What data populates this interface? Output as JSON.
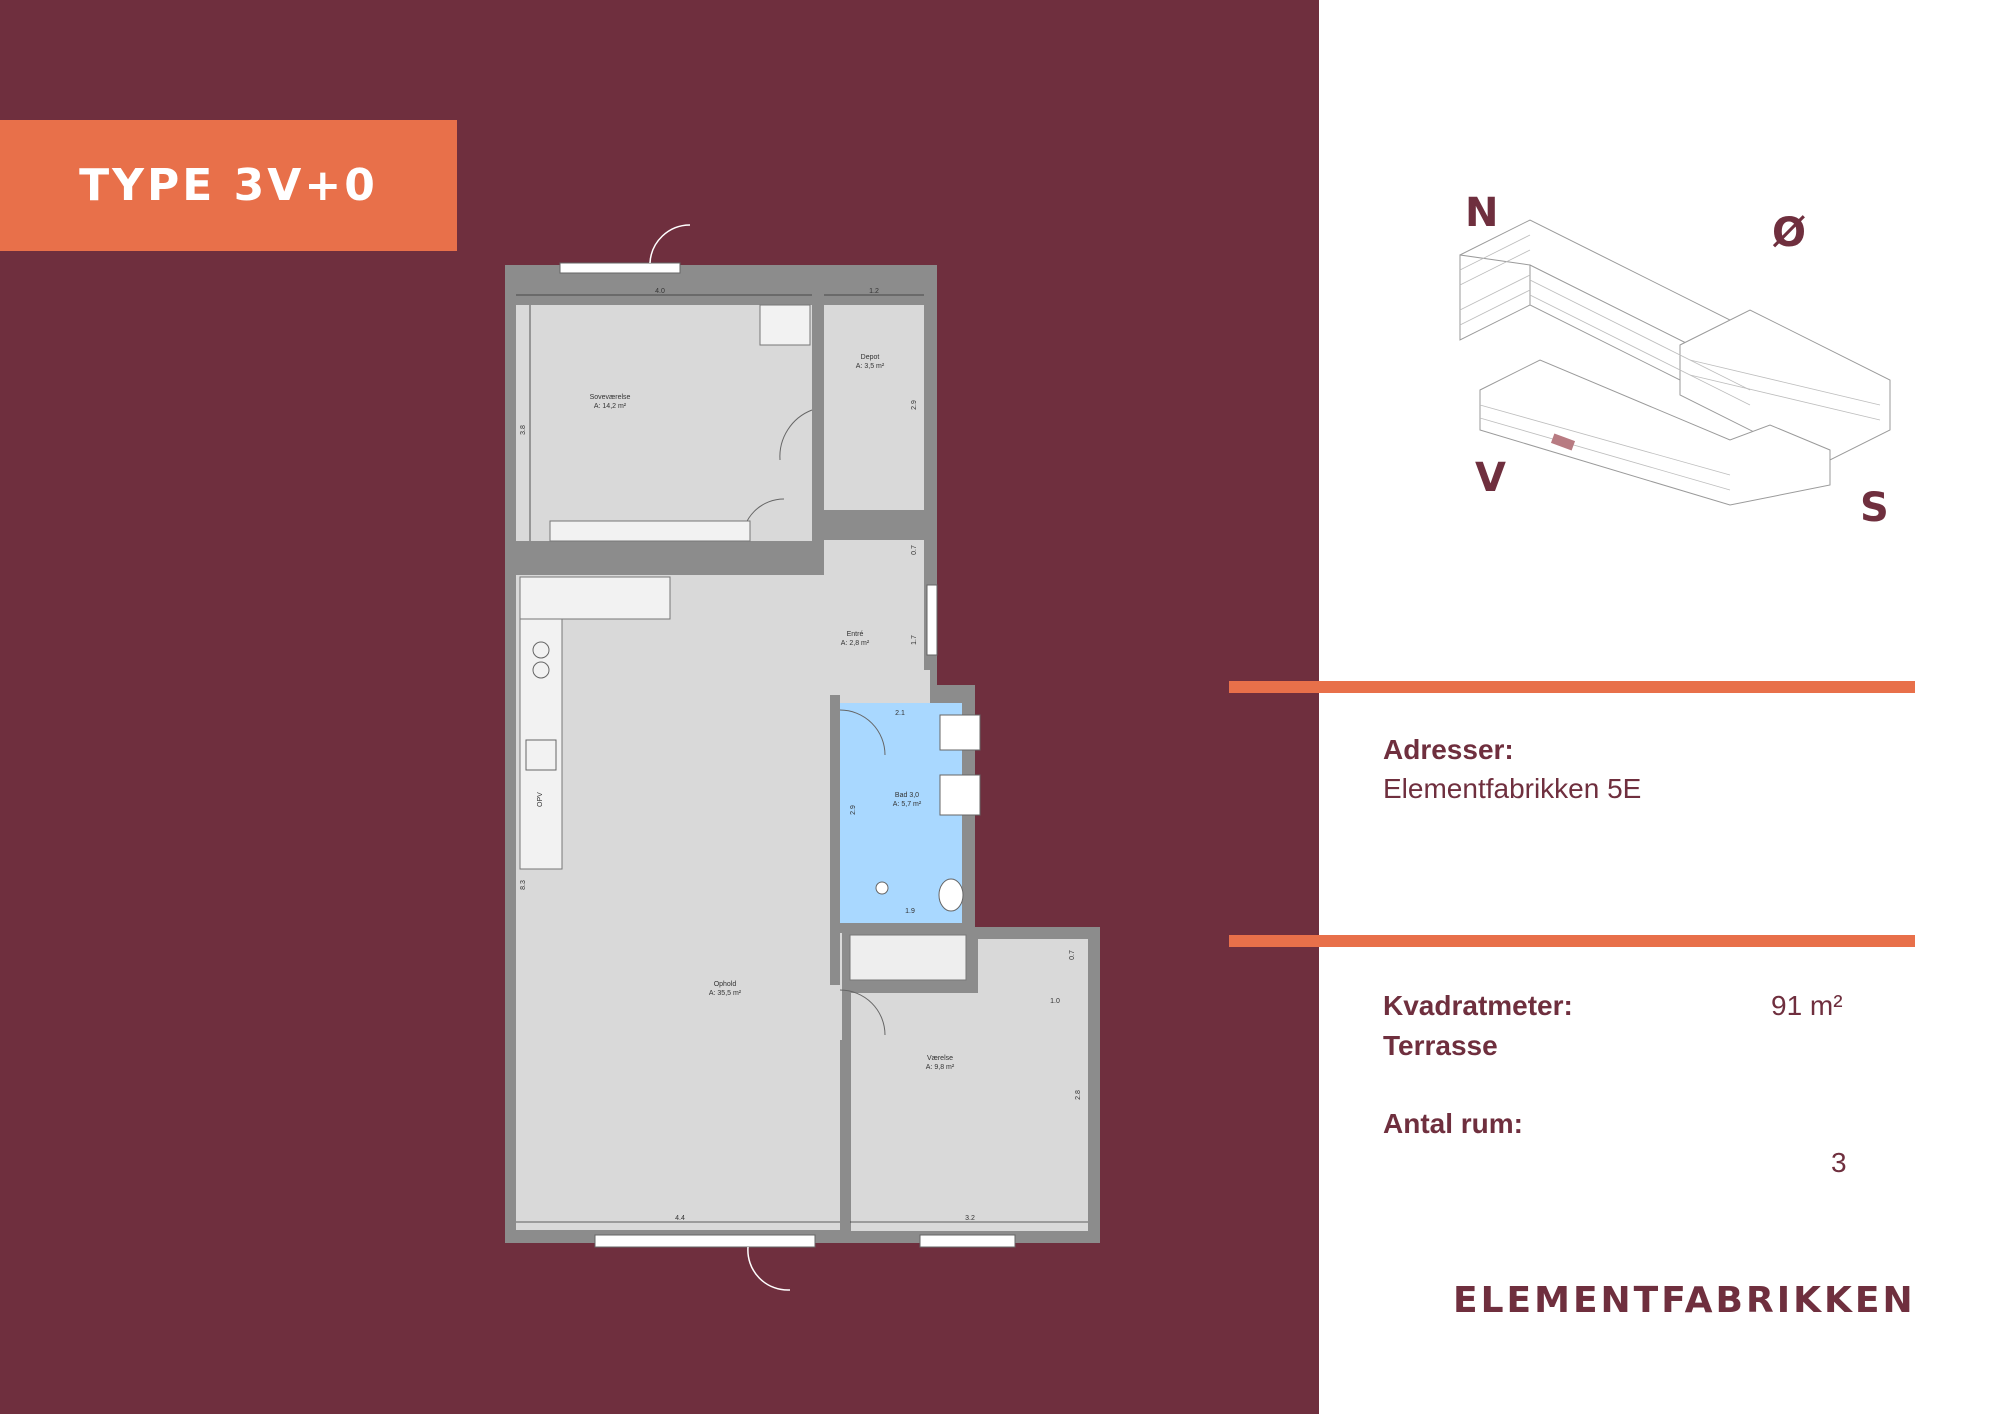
{
  "header": {
    "type_label": "TYPE 3V+0"
  },
  "orientation": {
    "north": "N",
    "east": "Ø",
    "west": "V",
    "south": "S"
  },
  "info": {
    "address_label": "Adresser:",
    "address_value": "Elementfabrikken 5E",
    "area_label": "Kvadratmeter:",
    "area_value": "91 m²",
    "terrace_label": "Terrasse",
    "rooms_label": "Antal rum:",
    "rooms_value": "3"
  },
  "floorplan": {
    "rooms": {
      "sovevaerelse": {
        "name": "Soveværelse",
        "area": "A: 14,2 m²"
      },
      "depot": {
        "name": "Depot",
        "area": "A: 3,5 m²"
      },
      "entre": {
        "name": "Entré",
        "area": "A: 2,8 m²"
      },
      "bad": {
        "name": "Bad 3,0",
        "area": "A: 5,7 m²"
      },
      "ophold": {
        "name": "Ophold",
        "area": "A: 35,5 m²"
      },
      "vaerelse": {
        "name": "Værelse",
        "area": "A: 9,8 m²"
      }
    },
    "dimensions": {
      "top_left": "4.0",
      "top_right": "1.2",
      "sov_height": "3.8",
      "depot_height": "2.9",
      "entre_small": "0.7",
      "entre_height": "1.7",
      "bad_width": "2.1",
      "bad_height": "2.9",
      "bad_bottom": "1.9",
      "vaer_small": "0.7",
      "vaer_width_top": "1.0",
      "vaer_height": "2.8",
      "ophold_height": "8.3",
      "bottom_left": "4.4",
      "bottom_right": "3.2"
    },
    "fridge_label": "OPV"
  },
  "footer": {
    "brand": "ELEMENTFABRIKKEN"
  },
  "colors": {
    "background": "#6f2f3e",
    "accent": "#e8704a",
    "bathroom": "#a9d8ff",
    "floor": "#d9d9d9",
    "wall": "#8c8c8c"
  }
}
